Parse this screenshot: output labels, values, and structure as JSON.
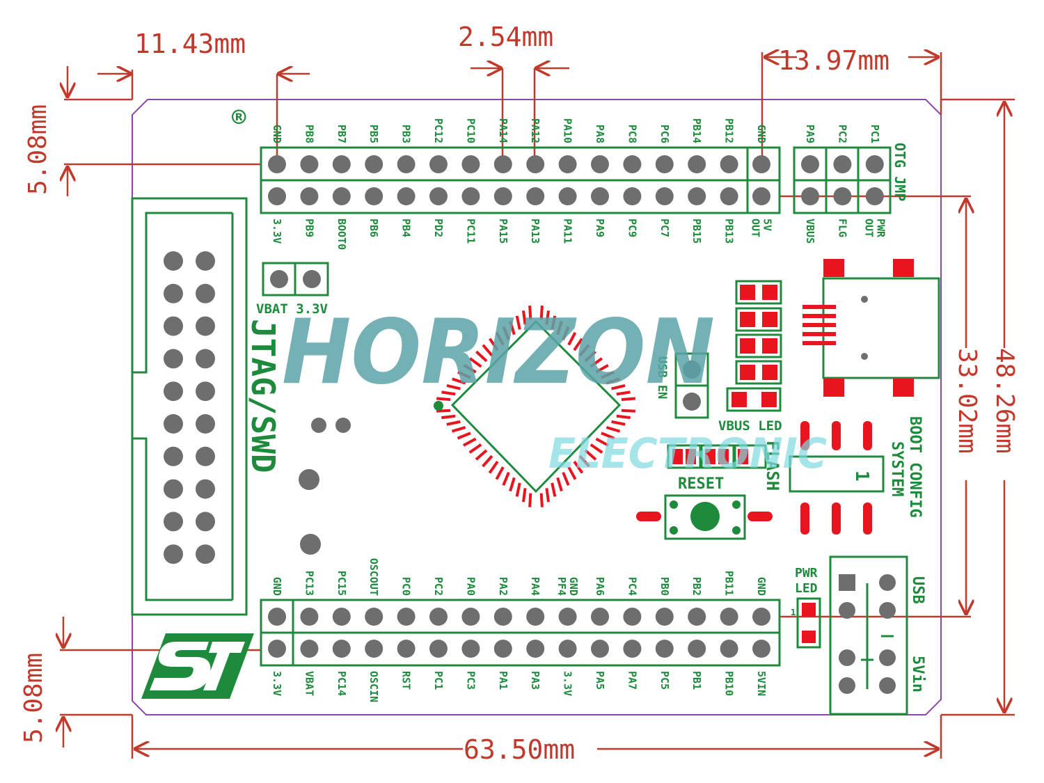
{
  "dimensions": {
    "left_offset": "11.43mm",
    "pin_pitch": "2.54mm",
    "right_offset": "13.97mm",
    "top_edge": "5.08mm",
    "bottom_edge": "5.08mm",
    "inner_height": "33.02mm",
    "board_height": "48.26mm",
    "board_width": "63.50mm"
  },
  "top_header": {
    "top_row": [
      "GND",
      "PB8",
      "PB7",
      "PB5",
      "PB3",
      "PC12",
      "PC10",
      "PA14",
      "PA12",
      "PA10",
      "PA8",
      "PC8",
      "PC6",
      "PB14",
      "PB12",
      "GND"
    ],
    "bottom_row": [
      "3.3V",
      "PB9",
      "BOOT0",
      "PB6",
      "PB4",
      "PD2",
      "PC11",
      "PA15",
      "PA13",
      "PA11",
      "PA9",
      "PC9",
      "PC7",
      "PB15",
      "PB13",
      "5V OUT"
    ]
  },
  "otg_header": {
    "title": "OTG JMP",
    "top_row": [
      "PA9",
      "PC2",
      "PC1"
    ],
    "bottom_row": [
      "VBUS",
      "FLG",
      "PWR OUT"
    ]
  },
  "bottom_header": {
    "top_row": [
      "GND",
      "PC13",
      "PC15",
      "OSCOUT",
      "PC0",
      "PC2",
      "PA0",
      "PA2",
      "PA4",
      "GND PF4",
      "PA6",
      "PC4",
      "PB0",
      "PB2",
      "PB11",
      "GND"
    ],
    "bottom_row": [
      "3.3V",
      "VBAT",
      "PC14",
      "OSCIN",
      "RST",
      "PC1",
      "PC3",
      "PA1",
      "PA3",
      "3.3V",
      "PA5",
      "PA7",
      "PC5",
      "PB1",
      "PB10",
      "5VIN"
    ]
  },
  "silkscreen": {
    "registered": "®",
    "vbat": "VBAT 3.3V",
    "jtag": "JTAG/SWD",
    "usb_en": "USB EN",
    "vbus_led": "VBUS LED",
    "flash": "FLASH",
    "reset": "RESET",
    "boot_config": "BOOT CONFIG",
    "system": "SYSTEM",
    "boot_jumper": "1",
    "pwr_led": "PWR LED",
    "usb": "USB",
    "five_vin": "5Vin",
    "pin1": "1"
  },
  "watermark": {
    "brand": "HORIZON",
    "sub": "ELECTRONIC"
  },
  "colors": {
    "silk_green": "#1d8a3c",
    "pad_gray": "#6e6e6e",
    "dimension_red": "#c0392b",
    "pad_red": "#e8141e",
    "outline_purple": "#8e44ad"
  }
}
